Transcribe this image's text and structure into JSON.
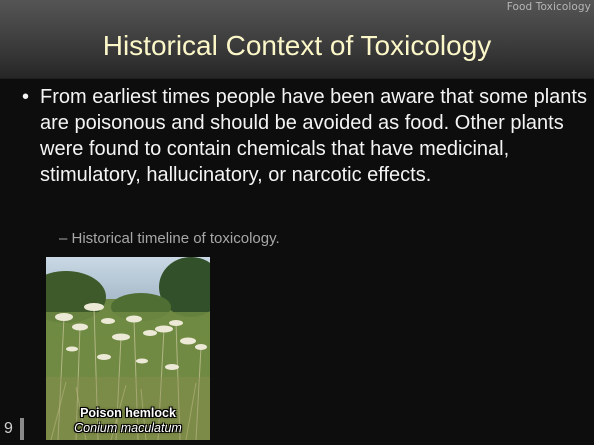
{
  "header": {
    "course_label": "Food Toxicology",
    "title": "Historical Context of Toxicology"
  },
  "content": {
    "bullet": "From earliest times people have been aware that some plants are poisonous and should be avoided as food. Other plants were found to contain chemicals that have medicinal, stimulatory, hallucinatory, or narcotic effects.",
    "sub_bullet": "– Historical timeline of toxicology."
  },
  "image": {
    "caption_common": "Poison hemlock",
    "caption_latin": "Conium maculatum"
  },
  "footer": {
    "slide_number": "9"
  },
  "colors": {
    "title_text": "#fbf7c8",
    "body_text": "#f4f4f4",
    "sub_text": "#a7a7a7",
    "background": "#0d0d0d"
  }
}
